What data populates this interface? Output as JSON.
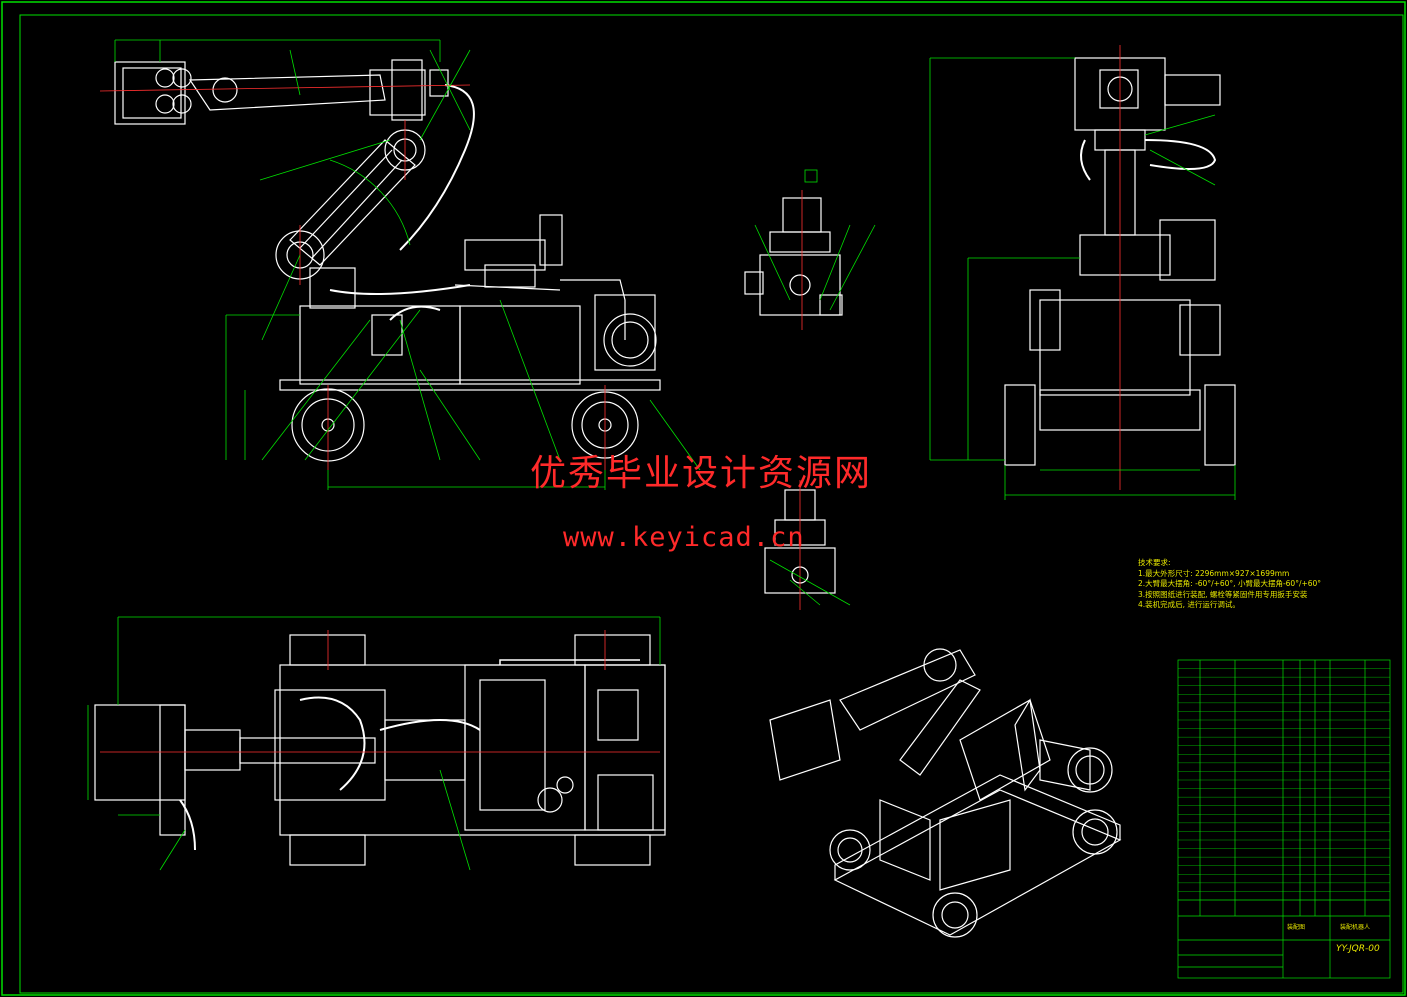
{
  "watermark": {
    "title": "优秀毕业设计资源网",
    "url": "www.keyicad.cn"
  },
  "technical_requirements": {
    "heading": "技术要求:",
    "items": [
      "1.最大外形尺寸: 2296mm×927×1699mm",
      "2.大臂最大摆角: -60°/+60°, 小臂最大摆角-60°/+60°",
      "3.按照图纸进行装配, 螺栓等紧固件用专用扳手安装",
      "4.装机完成后, 进行运行调试。"
    ]
  },
  "title_block": {
    "drawing_code": "YY-JQR-00",
    "part_name": "装配机器人",
    "material": "装配图"
  },
  "colors": {
    "background": "#000000",
    "frame": "#00e000",
    "linework": "#ffffff",
    "centerline": "#ff3030",
    "dimension": "#00e000",
    "annotation": "#e6e600",
    "watermark": "#ff2a2a"
  }
}
